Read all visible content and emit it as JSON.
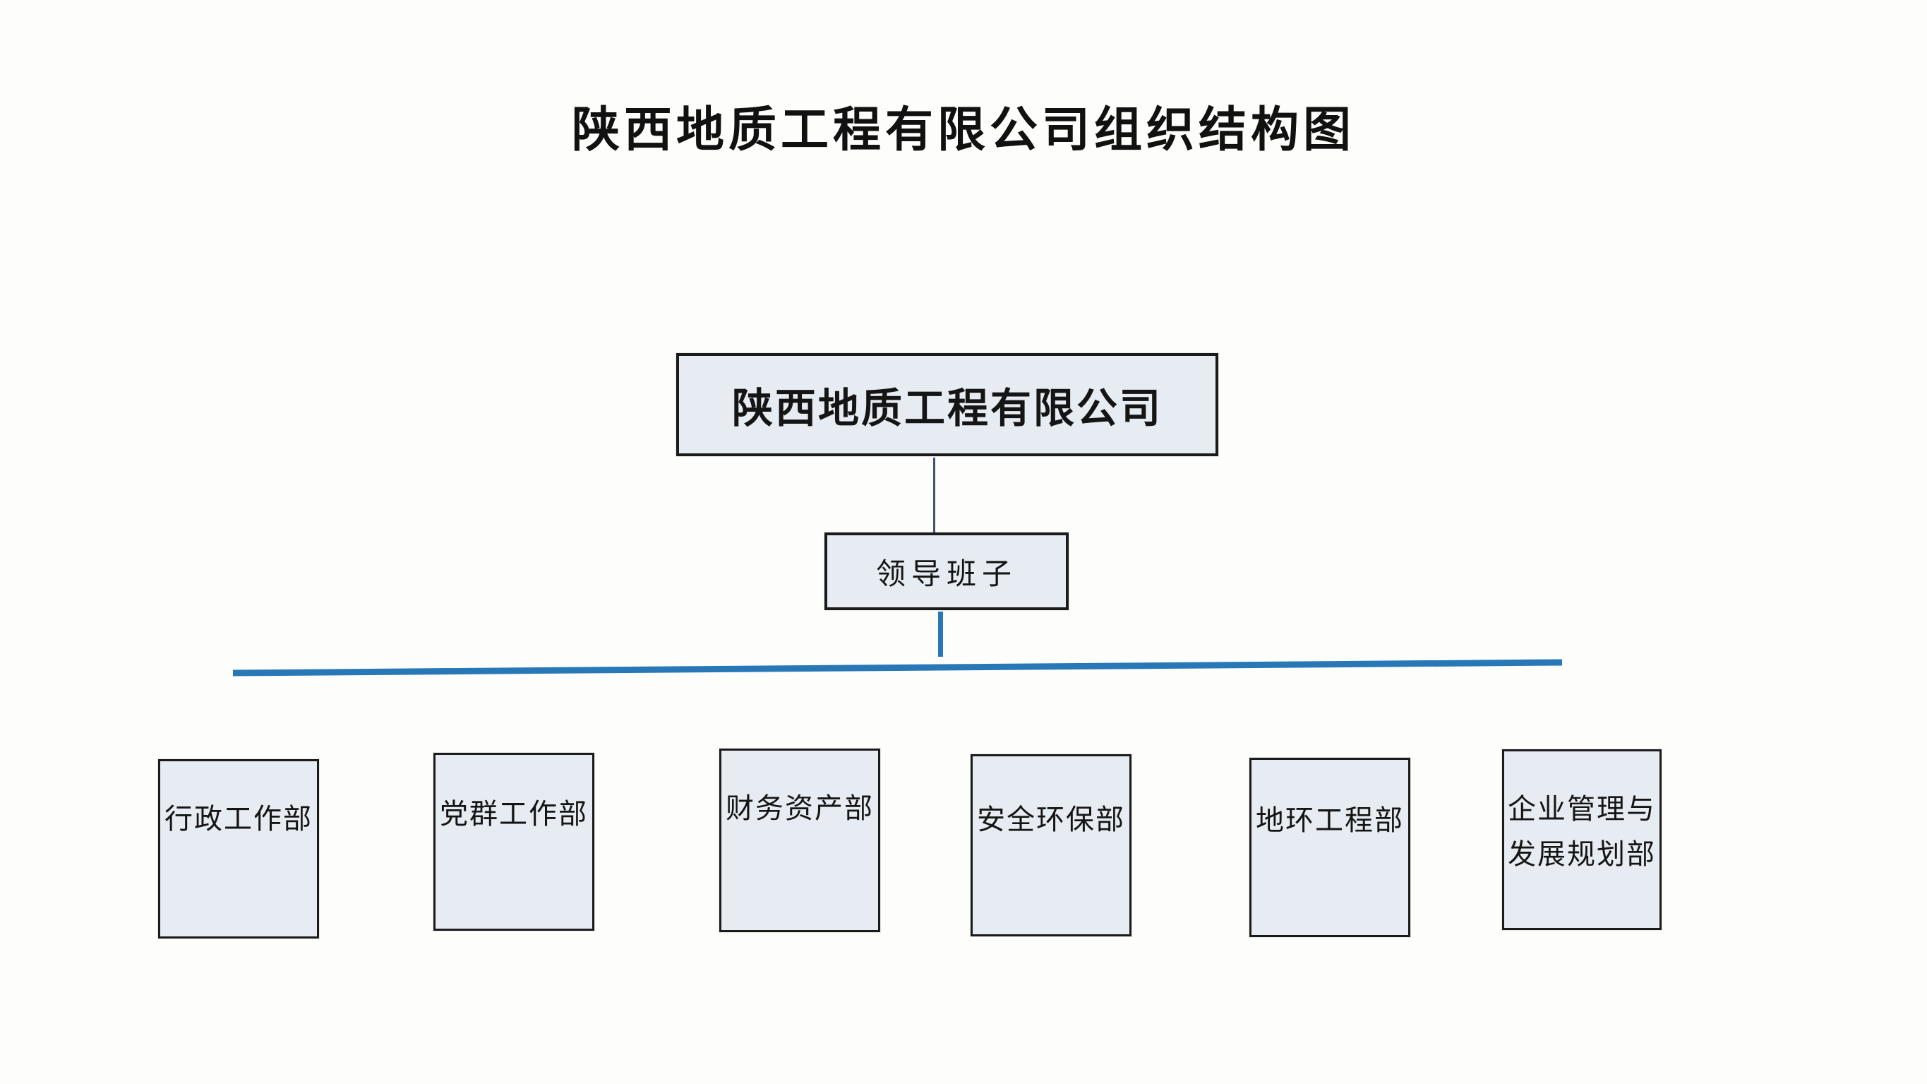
{
  "page": {
    "title": "陕西地质工程有限公司组织结构图",
    "background_color": "#fdfdfb"
  },
  "org_chart": {
    "root": {
      "label": "陕西地质工程有限公司"
    },
    "leadership": {
      "label": "领导班子"
    },
    "departments": [
      {
        "label": "行政工作部"
      },
      {
        "label": "党群工作部"
      },
      {
        "label": "财务资产部"
      },
      {
        "label": "安全环保部"
      },
      {
        "label": "地环工程部"
      },
      {
        "label": "企业管理与发展规划部",
        "label_lines": [
          "企业管理与",
          "发展规划部"
        ]
      }
    ],
    "colors": {
      "box_fill": "#e7ecf2",
      "box_border": "#1b1b1b",
      "connector_dark": "#44546a",
      "connector_blue": "#2878b8",
      "text": "#151515"
    }
  }
}
